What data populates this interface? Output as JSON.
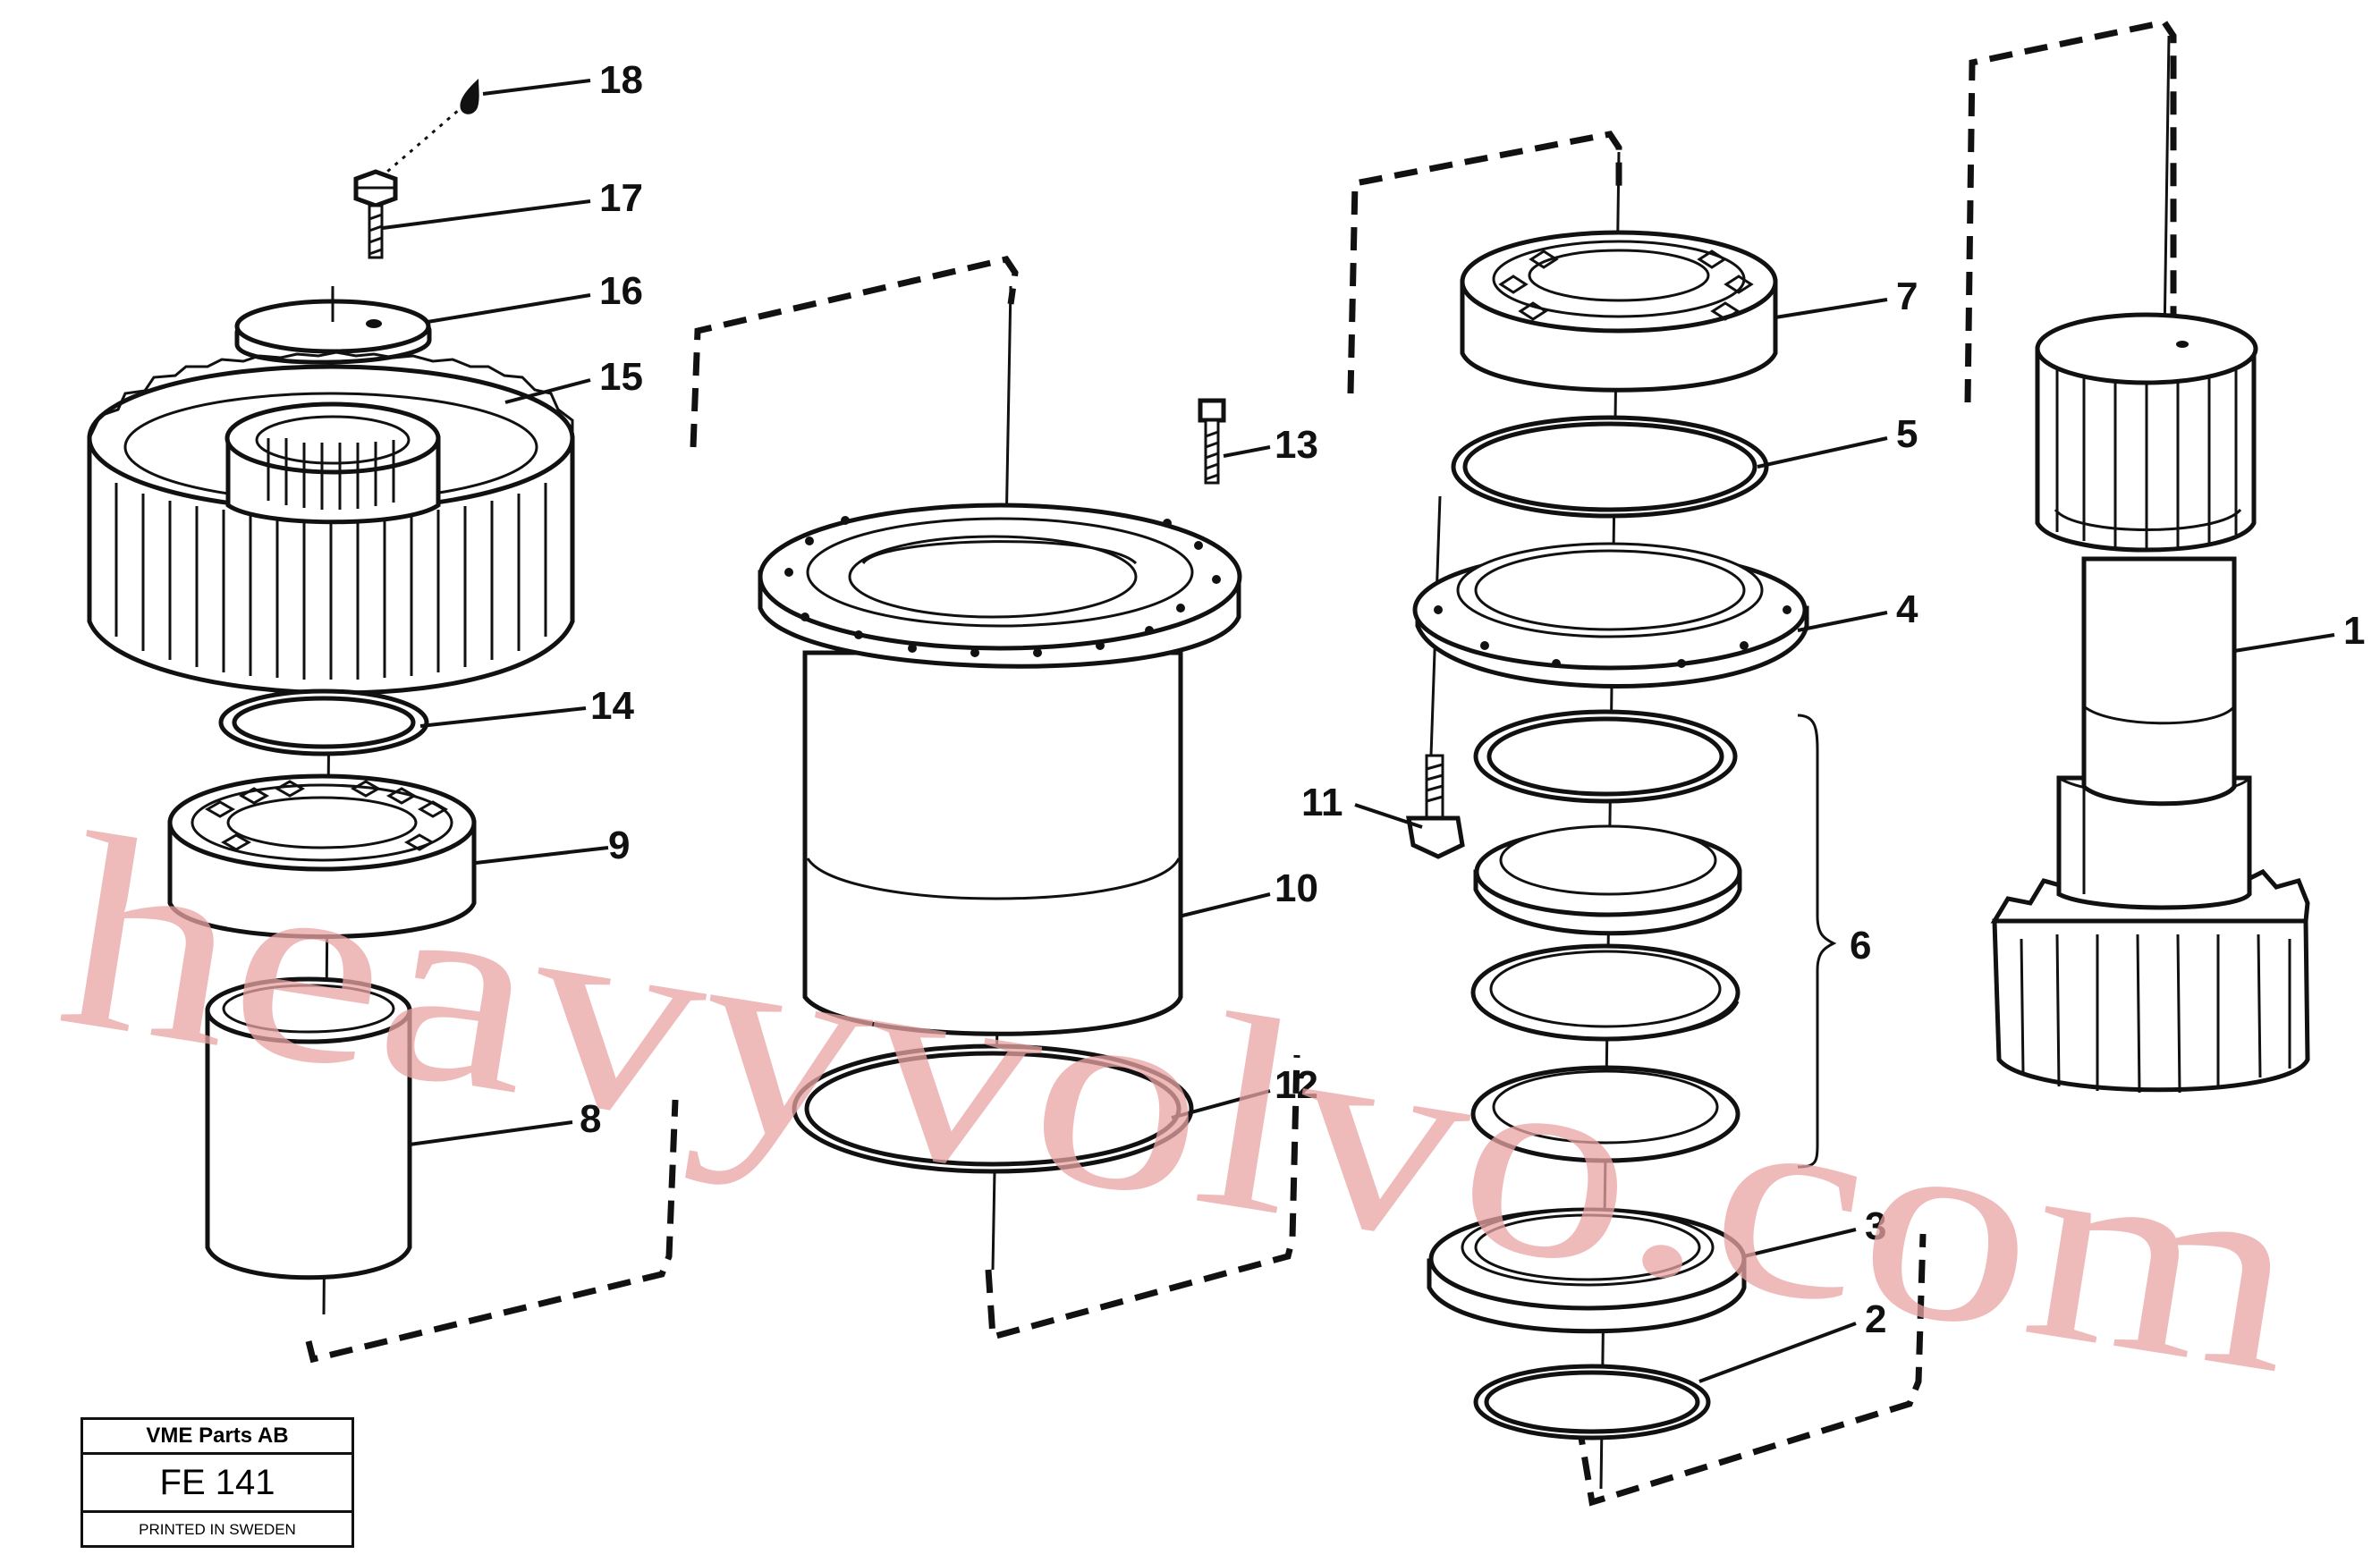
{
  "labels": {
    "n1": "1",
    "n2": "2",
    "n3": "3",
    "n4": "4",
    "n5": "5",
    "n6": "6",
    "n7": "7",
    "n8": "8",
    "n9": "9",
    "n10": "10",
    "n11": "11",
    "n12": "12",
    "n13": "13",
    "n14": "14",
    "n15": "15",
    "n16": "16",
    "n17": "17",
    "n18": "18"
  },
  "stamp": {
    "company": "VME Parts AB",
    "code": "FE 141",
    "printed": "PRINTED IN SWEDEN"
  },
  "watermark": "heavyvolvo.com"
}
